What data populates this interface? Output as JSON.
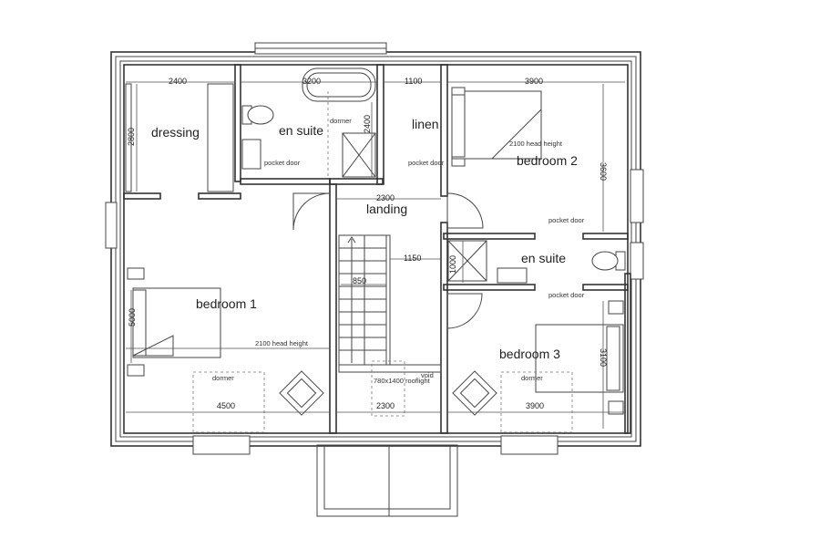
{
  "rooms": {
    "dressing": "dressing",
    "en_suite_1": "en suite",
    "linen": "linen",
    "bedroom_2": "bedroom 2",
    "landing": "landing",
    "en_suite_2": "en suite",
    "bedroom_1": "bedroom 1",
    "bedroom_3": "bedroom 3"
  },
  "dimensions": {
    "dressing_width": "2400",
    "dressing_depth": "2800",
    "ensuite_width": "3200",
    "ensuite_depth": "2400",
    "linen_width": "1100",
    "bed2_width": "3900",
    "bed2_depth": "3600",
    "landing_width": "2300",
    "landing_gap": "1150",
    "stair_width": "850",
    "ensuite2_depth": "1000",
    "bed1_depth": "5000",
    "bed1_width": "4500",
    "landing_bottom": "2300",
    "bed3_width": "3900",
    "bed3_depth": "3100"
  },
  "notes": {
    "dormer_ensuite": "dormer",
    "pocket_door_ensuite": "pocket door",
    "pocket_door_linen": "pocket door",
    "head_height_bed2": "2100 head height",
    "pocket_door_bed2": "pocket door",
    "pocket_door_bed3": "pocket door",
    "head_height_bed1": "2100 head height",
    "rooflight": "780x1400 rooflight",
    "void": "void",
    "dormer_bed1": "dormer",
    "dormer_bed3": "dormer"
  }
}
